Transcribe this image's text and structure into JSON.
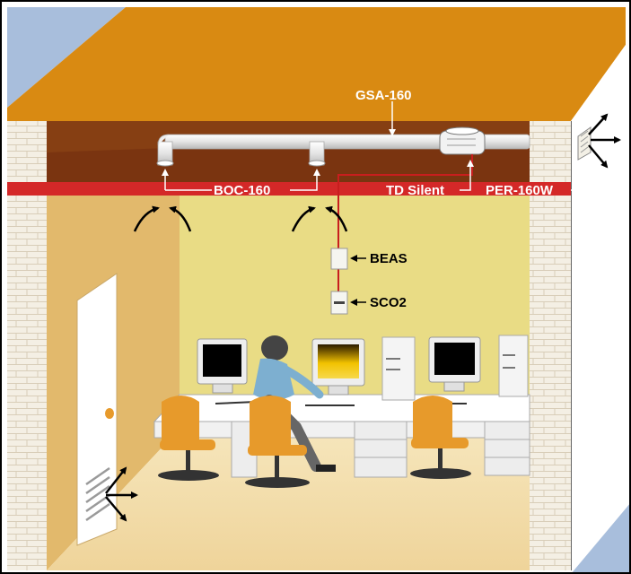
{
  "labels": {
    "duct": "GSA-160",
    "vents": "BOC-160",
    "fan": "TD Silent",
    "outlet": "PER-160W",
    "controller": "BEAS",
    "sensor": "SCO2"
  },
  "colors": {
    "roof": "#D98A12",
    "ceiling_cavity": "#7A3410",
    "wall_left": "#E2B96C",
    "wall_back": "#E9DC85",
    "floor": "#F3E0B0",
    "red_band": "#D42828",
    "duct": "#E8E8E8",
    "sky": "#A8BEDC",
    "brick": "#F4EFE4",
    "chair": "#E79A2B",
    "monitor_frame": "#EEEEEE"
  },
  "icons": {
    "airflow_in": "curved-arrow-icon",
    "airflow_out": "outward-arrows-icon",
    "label_pointer": "arrow-left-icon"
  }
}
